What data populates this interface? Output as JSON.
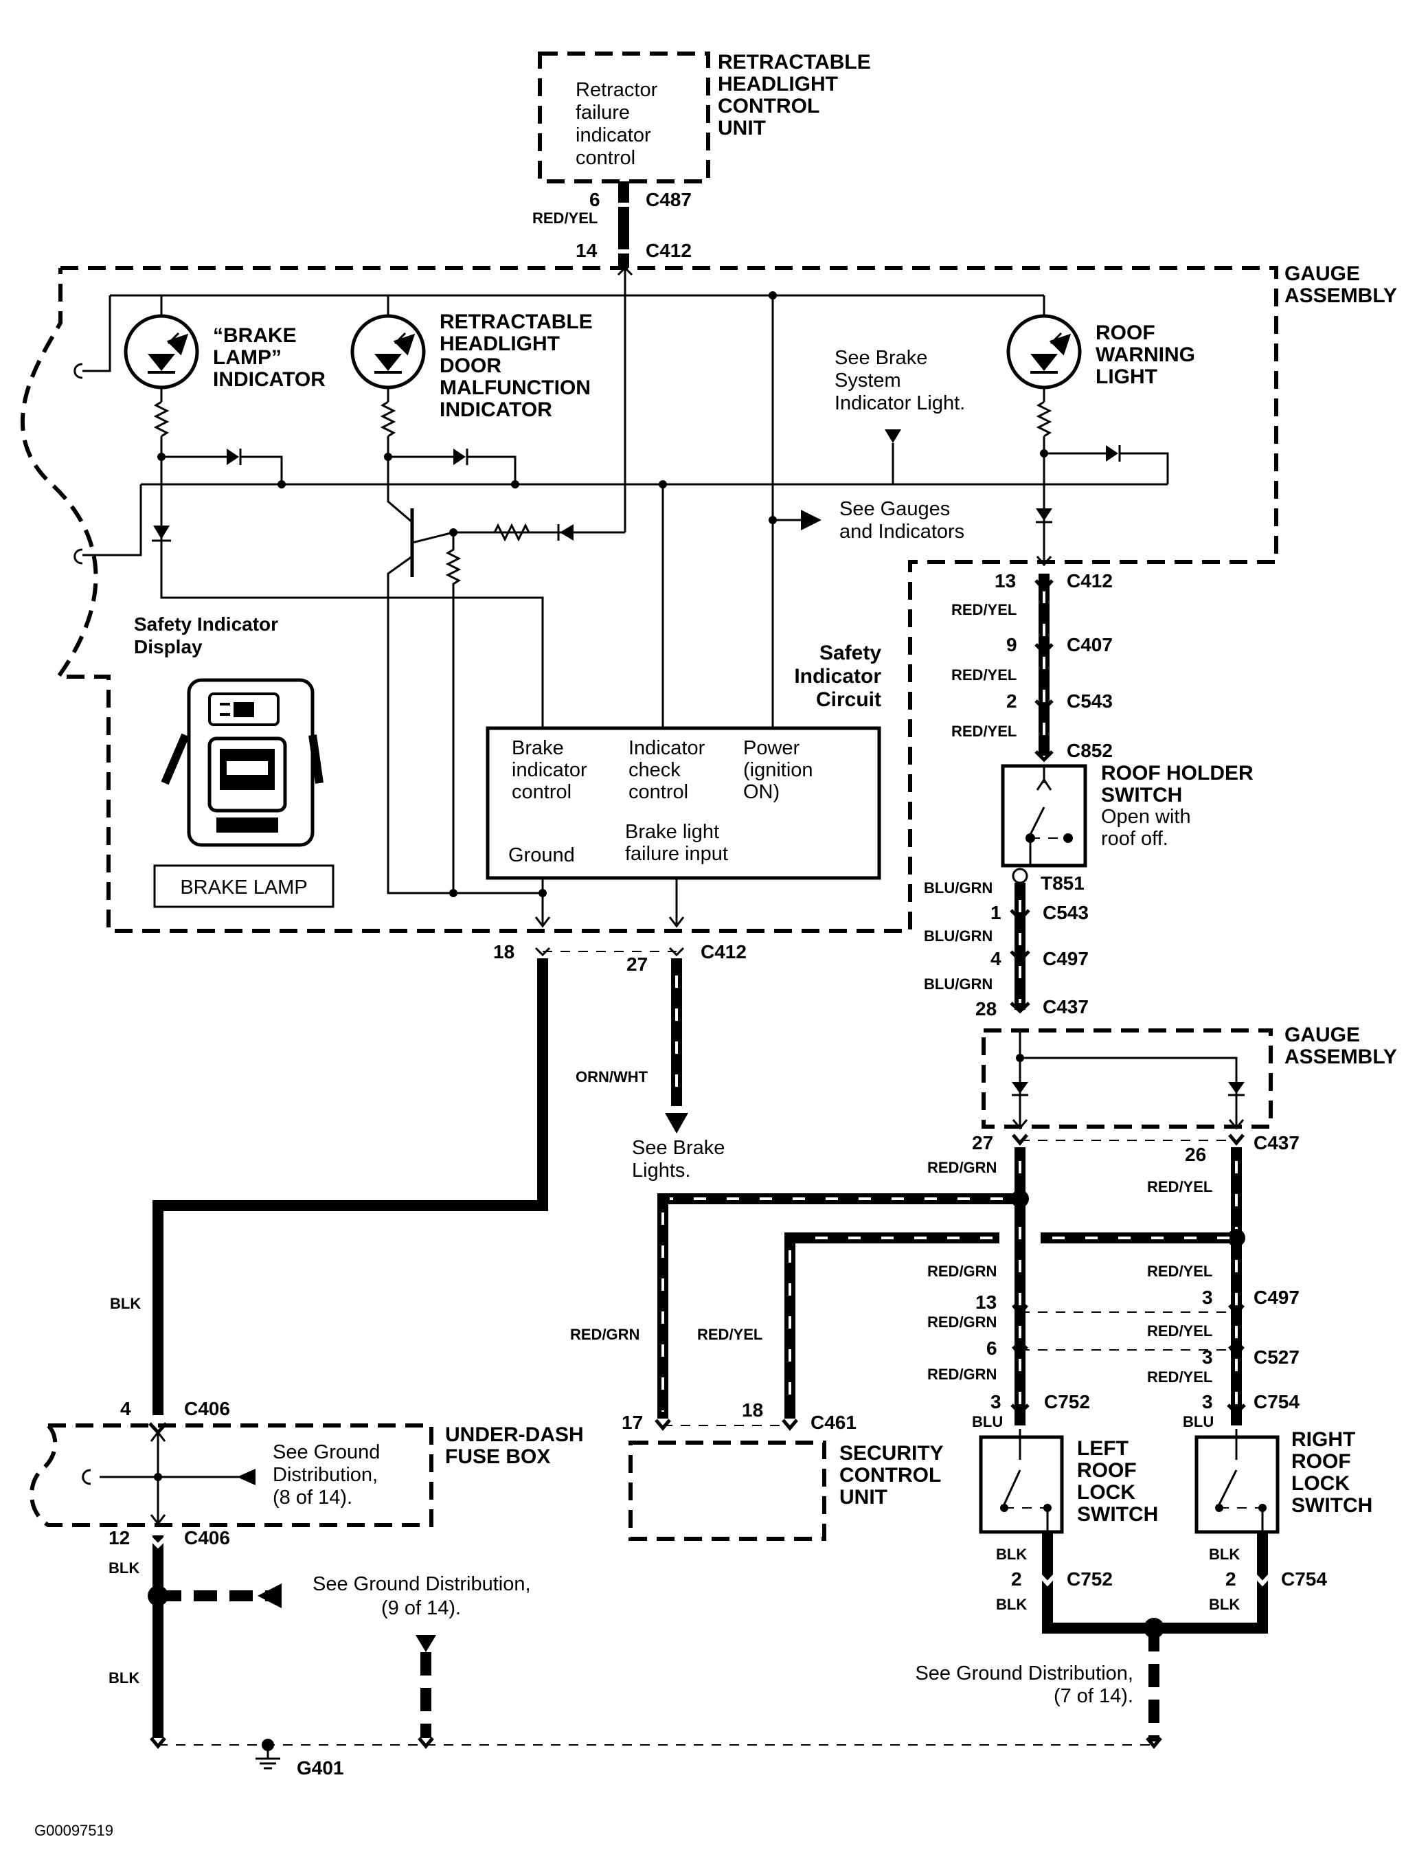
{
  "retractable_unit": {
    "title": [
      "RETRACTABLE",
      "HEADLIGHT",
      "CONTROL",
      "UNIT"
    ],
    "inner": [
      "Retractor",
      "failure",
      "indicator",
      "control"
    ]
  },
  "gauge_assembly_top": [
    "GAUGE",
    "ASSEMBLY"
  ],
  "gauge_assembly_mid": [
    "GAUGE",
    "ASSEMBLY"
  ],
  "brake_lamp_indicator": [
    "“BRAKE",
    "LAMP”",
    "INDICATOR"
  ],
  "retractable_door_indicator": [
    "RETRACTABLE",
    "HEADLIGHT",
    "DOOR",
    "MALFUNCTION",
    "INDICATOR"
  ],
  "roof_warning_light": [
    "ROOF",
    "WARNING",
    "LIGHT"
  ],
  "see_brake_system": [
    "See Brake",
    "System",
    "Indicator Light."
  ],
  "see_gauges": [
    "See Gauges",
    "and Indicators"
  ],
  "safety_display": [
    "Safety Indicator",
    "Display"
  ],
  "safety_circuit": [
    "Safety",
    "Indicator",
    "Circuit"
  ],
  "brake_lamp_box": "BRAKE LAMP",
  "circuit_box": {
    "brake_ctrl": [
      "Brake",
      "indicator",
      "control"
    ],
    "check_ctrl": [
      "Indicator",
      "check",
      "control"
    ],
    "power": [
      "Power",
      "(ignition",
      "ON)"
    ],
    "ground": "Ground",
    "brake_light": [
      "Brake light",
      "failure input"
    ]
  },
  "roof_holder_switch": {
    "title": [
      "ROOF HOLDER",
      "SWITCH"
    ],
    "note": [
      "Open with",
      "roof off."
    ]
  },
  "see_brake_lights": [
    "See Brake",
    "Lights."
  ],
  "under_dash": [
    "UNDER-DASH",
    "FUSE BOX"
  ],
  "see_ground_8": [
    "See Ground",
    "Distribution,",
    "(8 of 14)."
  ],
  "see_ground_9": [
    "See Ground Distribution,",
    "(9 of 14)."
  ],
  "see_ground_7": [
    "See Ground Distribution,",
    "(7 of 14)."
  ],
  "security_unit": [
    "SECURITY",
    "CONTROL",
    "UNIT"
  ],
  "left_switch": [
    "LEFT",
    "ROOF",
    "LOCK",
    "SWITCH"
  ],
  "right_switch": [
    "RIGHT",
    "ROOF",
    "LOCK",
    "SWITCH"
  ],
  "ground_point": "G401",
  "figure_id": "G00097519",
  "connectors": {
    "c487": "C487",
    "c412": "C412",
    "c407": "C407",
    "c543": "C543",
    "c852": "C852",
    "t851": "T851",
    "c497": "C497",
    "c437": "C437",
    "c406": "C406",
    "c461": "C461",
    "c527": "C527",
    "c752": "C752",
    "c754": "C754"
  },
  "pins": {
    "p6": "6",
    "p14": "14",
    "p13": "13",
    "p9": "9",
    "p2": "2",
    "p1": "1",
    "p4": "4",
    "p28": "28",
    "p18": "18",
    "p27": "27",
    "p26": "26",
    "p3": "3",
    "p12": "12",
    "p17": "17"
  },
  "wires": {
    "red_yel": "RED/YEL",
    "red_grn": "RED/GRN",
    "blu_grn": "BLU/GRN",
    "orn_wht": "ORN/WHT",
    "blk": "BLK",
    "blu": "BLU"
  }
}
